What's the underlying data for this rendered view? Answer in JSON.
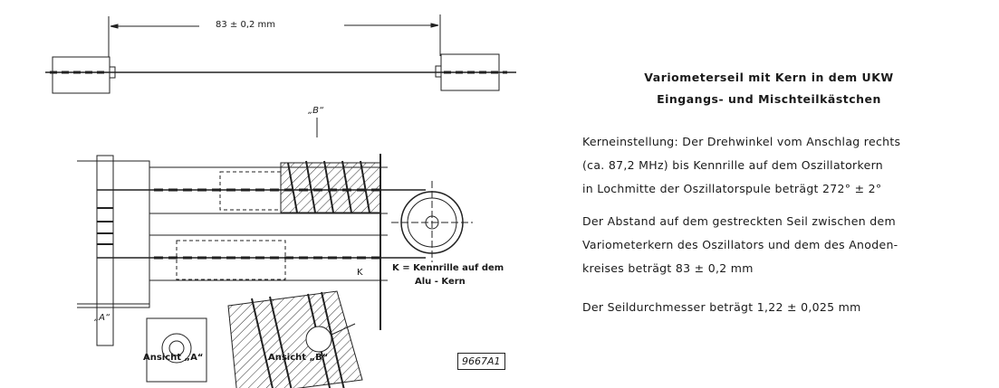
{
  "diagram": {
    "dimension": "83 ± 0,2 mm",
    "view_marker_b": "„B“",
    "view_marker_a": "„A“",
    "legend_line1": "K = Kennrille auf dem",
    "legend_line2": "Alu - Kern",
    "k_label": "K",
    "figure_number": "9667A1",
    "caption_a": "Ansicht „A“",
    "caption_b": "Ansicht „B“"
  },
  "text": {
    "title_line1": "Variometerseil mit Kern in dem UKW",
    "title_line2": "Eingangs- und Mischteilkästchen",
    "para1": [
      "Kerneinstellung: Der Drehwinkel vom Anschlag rechts",
      "(ca. 87,2 MHz) bis Kennrille auf dem Oszillatorkern",
      "in Lochmitte der Oszillatorspule beträgt 272° ± 2°"
    ],
    "para2": [
      "Der Abstand auf dem gestreckten Seil zwischen dem",
      "Variometerkern des Oszillators und dem des Anoden-",
      "kreises beträgt 83 ± 0,2 mm"
    ],
    "para3": "Der Seildurchmesser beträgt 1,22 ± 0,025 mm"
  }
}
